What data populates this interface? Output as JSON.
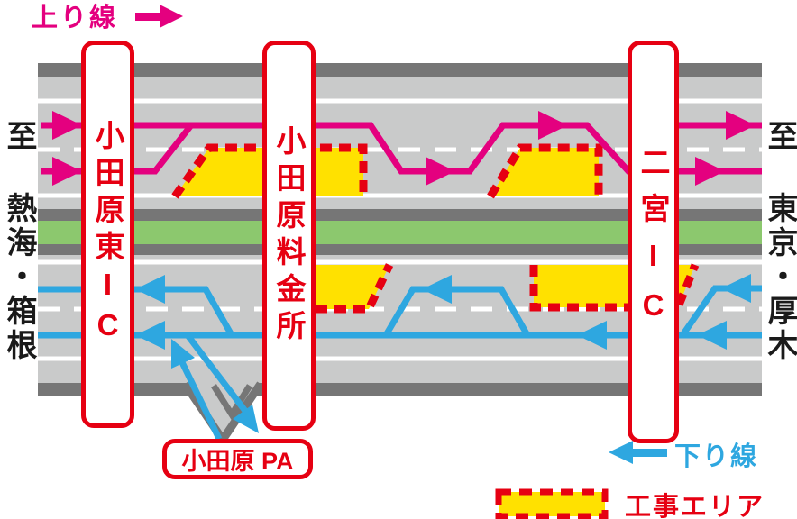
{
  "legend": {
    "up_line_label": "上り線",
    "down_line_label": "下り線",
    "construction_label": "工事エリア"
  },
  "destinations": {
    "left_label": "至 熱海・箱根",
    "right_label": "至 東京・厚木"
  },
  "facilities": {
    "odawara_higashi_ic": "小田原東IC",
    "odawara_tollgate": "小田原料金所",
    "ninomiya_ic": "二宮IC",
    "odawara_pa": "小田原 PA"
  },
  "colors": {
    "up_line_magenta": "#E4007F",
    "down_line_blue": "#2EA7E0",
    "construction_red": "#E60012",
    "construction_yellow": "#FFE100",
    "road_gray": "#C9CACA",
    "road_edge_gray": "#767676",
    "median_green": "#8CC86E",
    "lane_marking_white": "#FFFFFF",
    "text_black": "#1A1A1A"
  }
}
